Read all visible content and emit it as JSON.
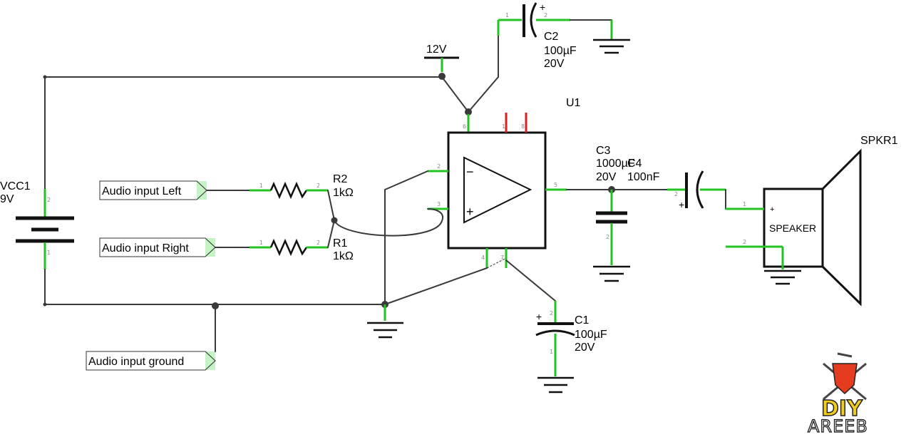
{
  "labels": {
    "vcc_name": "VCC1",
    "vcc_value": "9V",
    "supply_12v": "12V",
    "u1": "U1",
    "r2_name": "R2",
    "r2_value": "1kΩ",
    "r1_name": "R1",
    "r1_value": "1kΩ",
    "c1_name": "C1",
    "c1_value": "100µF",
    "c1_voltage": "20V",
    "c2_name": "C2",
    "c2_value": "100µF",
    "c2_voltage": "20V",
    "c3_name": "C3",
    "c3_value": "1000µF",
    "c3_voltage": "20V",
    "c4_name": "C4",
    "c4_value": "100nF",
    "spkr_name": "SPKR1",
    "speaker_text": "SPEAKER"
  },
  "ports": {
    "left": "Audio input Left",
    "right": "Audio input Right",
    "ground": "Audio input ground"
  },
  "logo": {
    "line1": "DIY",
    "line2": "AREEB"
  },
  "colors": {
    "wire": "#3a3a3a",
    "pin_lead": "#22c322",
    "power_pin": "#e02020"
  }
}
